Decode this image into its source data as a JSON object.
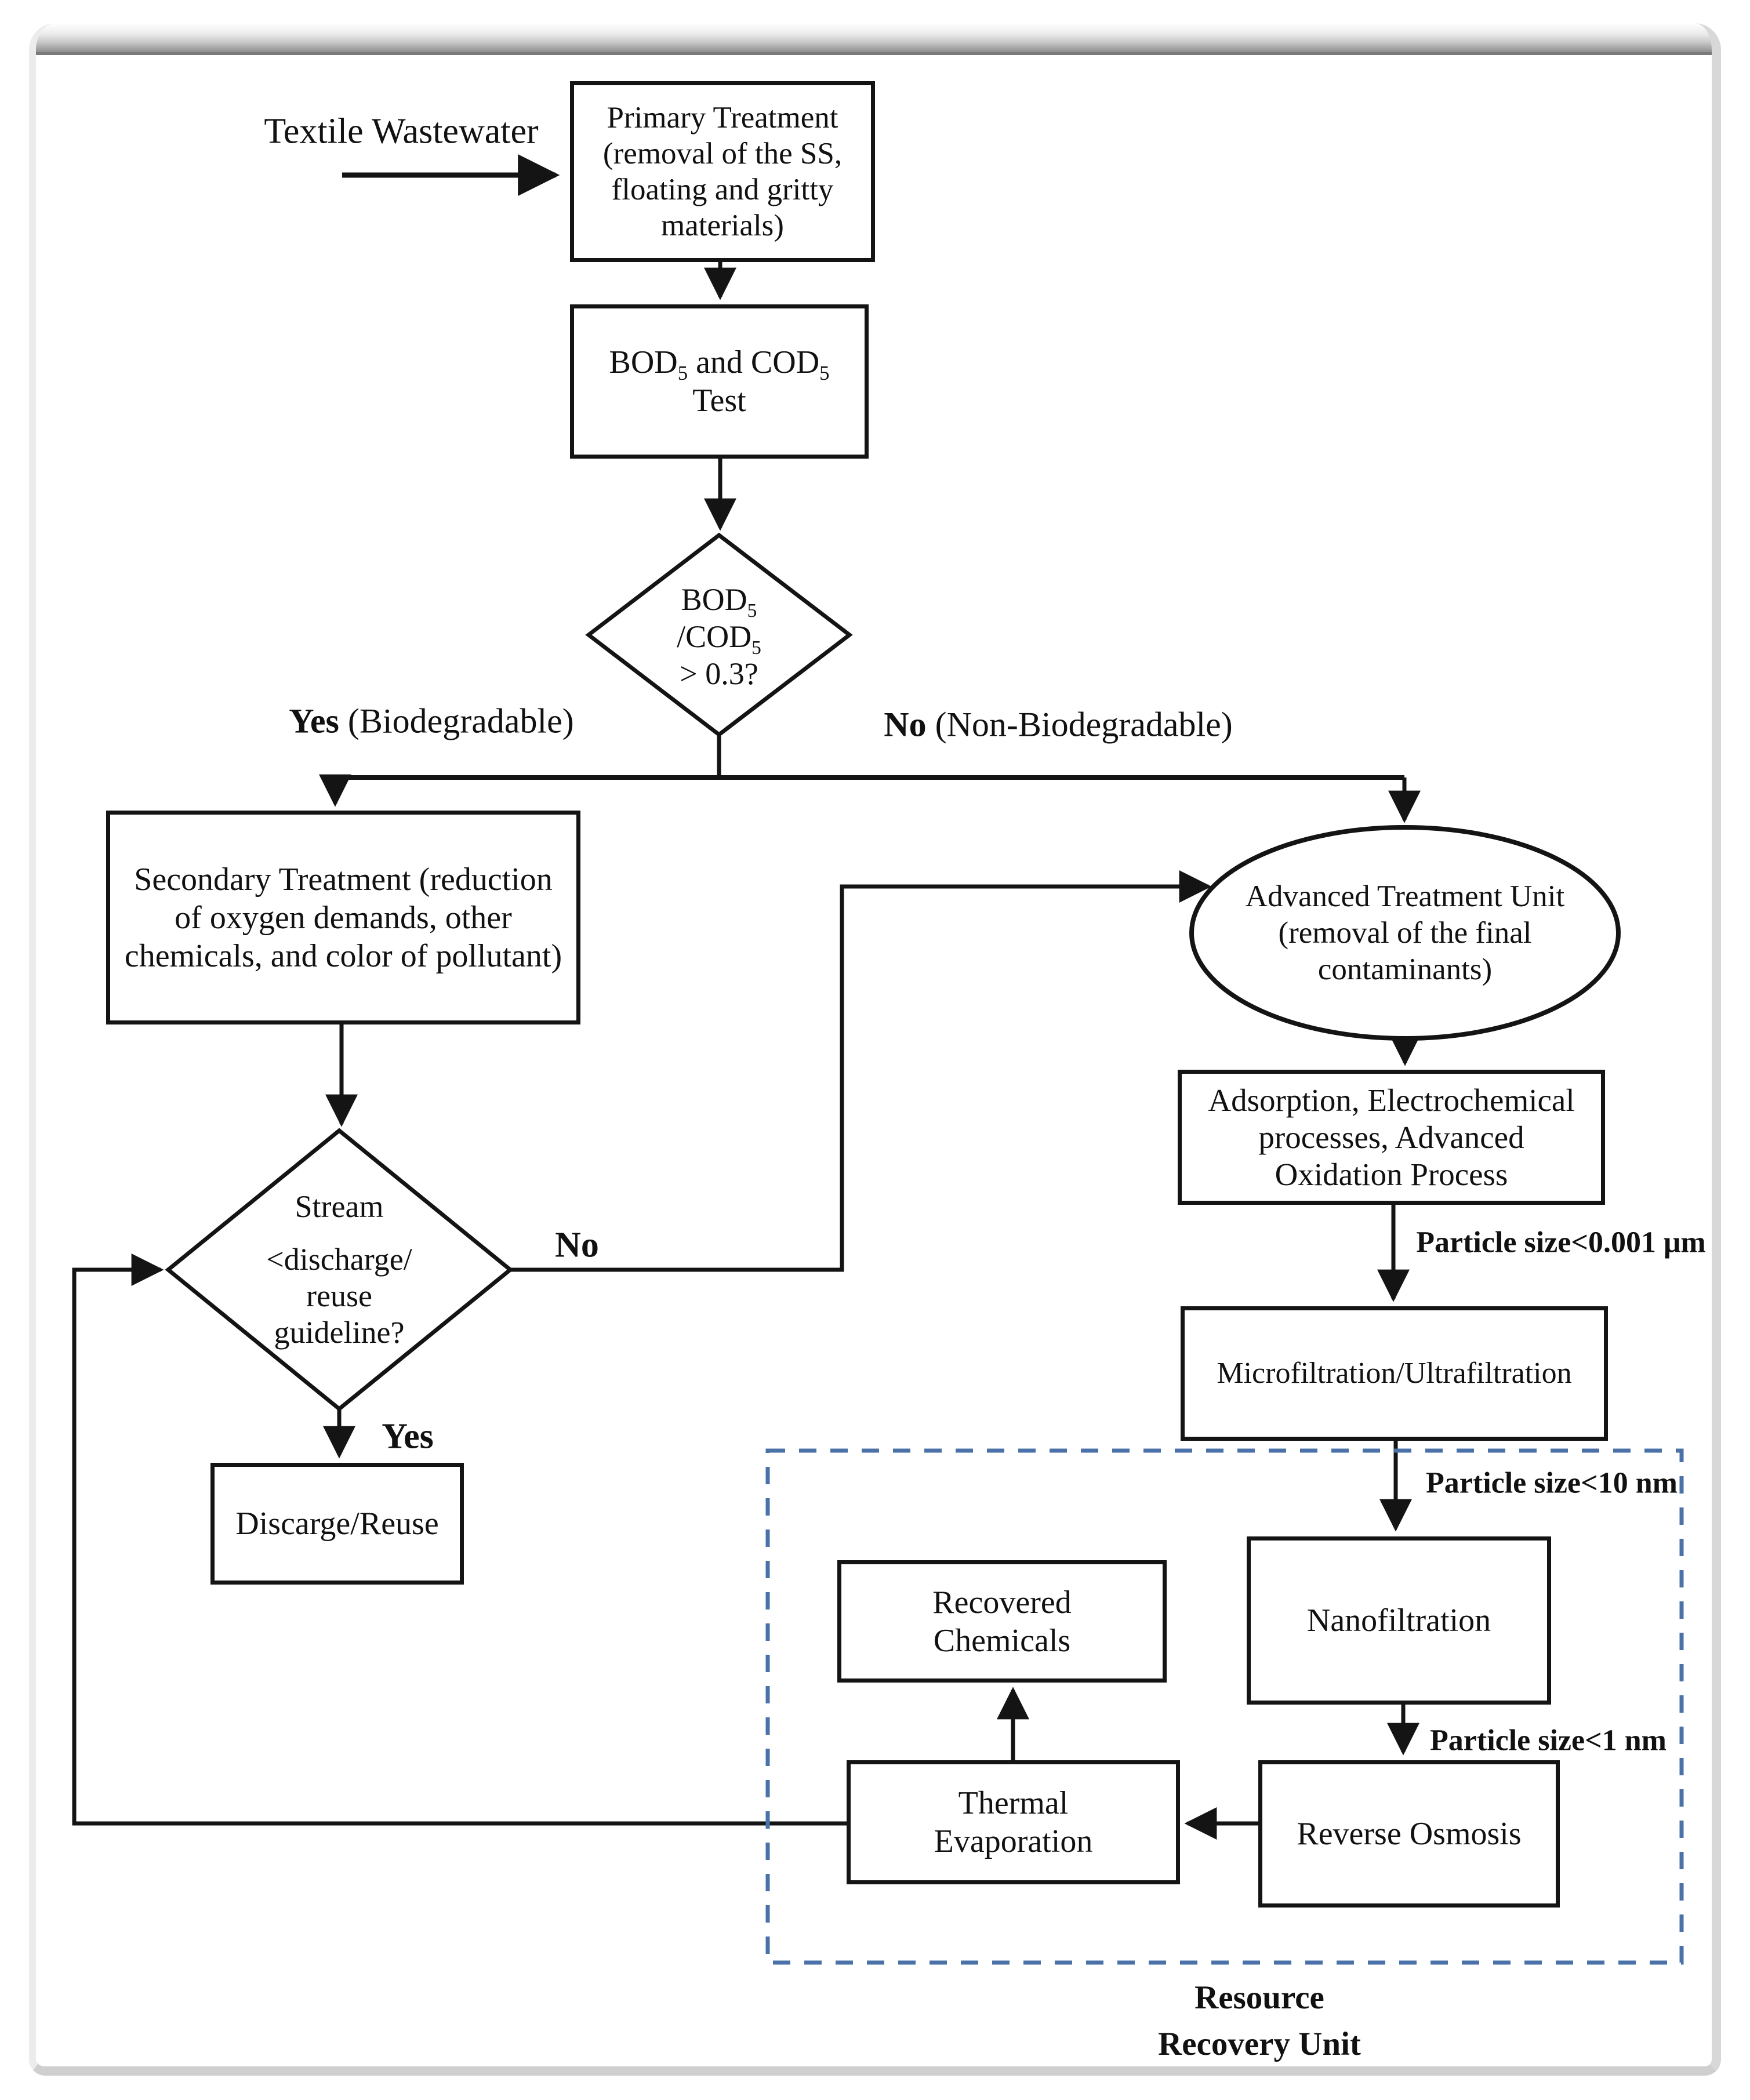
{
  "labels": {
    "textile": "Textile Wastewater",
    "yes_branch": {
      "bold": "Yes",
      "rest": " (Biodegradable)"
    },
    "no_branch": {
      "bold": "No",
      "rest": " (Non-Biodegradable)"
    },
    "stream_no": "No",
    "stream_yes": "Yes",
    "particle1": "Particle size<0.001 μm",
    "particle2": "Particle size<10 nm",
    "particle3": "Particle size<1 nm",
    "resource_unit": {
      "line1": "Resource",
      "line2": "Recovery Unit"
    }
  },
  "nodes": {
    "primary_treatment": "Primary Treatment (removal of the SS, floating and gritty materials)",
    "bod_test": {
      "p1": "BOD",
      "s1": "5",
      "p2": " and COD",
      "s2": "5",
      "line2": "Test"
    },
    "biodegradability_decision": {
      "p1": "BOD",
      "s1": "5",
      "p2": "/COD",
      "s2": "5",
      "line3": "> 0.3?"
    },
    "secondary_treatment": "Secondary Treatment (reduction of oxygen demands, other chemicals, and color of pollutant)",
    "advanced_treatment": "Advanced Treatment Unit (removal of the final contaminants)",
    "adsorption": "Adsorption, Electrochemical processes, Advanced Oxidation Process",
    "microfiltration": "Microfiltration/Ultrafiltration",
    "stream_decision": {
      "l1": "Stream",
      "l2": "<discharge/",
      "l3": "reuse",
      "l4": "guideline?"
    },
    "discharge_reuse": "Discarge/Reuse",
    "nanofiltration": "Nanofiltration",
    "reverse_osmosis": "Reverse Osmosis",
    "thermal_evaporation": "Thermal Evaporation",
    "recovered_chemicals": "Recovered Chemicals"
  },
  "colors": {
    "line": "#141414",
    "dashed_border": "#4a72a8"
  }
}
